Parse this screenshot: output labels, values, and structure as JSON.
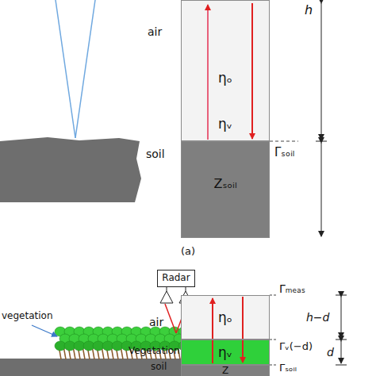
{
  "diagram": {
    "nodes": [
      {
        "text": [
          "ηₒ",
          "ηᵥ"
        ]
      },
      {
        "text": [
          "Zₛₒᵢₗ"
        ]
      },
      {
        "text": [
          "Radar"
        ]
      },
      {
        "text": [
          "ηₒ"
        ]
      },
      {
        "text": [
          "ηᵥ"
        ]
      },
      {
        "text": [
          "Z"
        ]
      }
    ],
    "labels": [
      "air",
      "soil",
      "h",
      "Γₛₒᵢₗ",
      "(a)",
      "vegetation",
      "air",
      "Vegetation",
      "soil",
      "Γₘₑₐₛ",
      "h−d",
      "Γᵥ(−d)",
      "d",
      "Γₛₒᵢₗ"
    ]
  }
}
